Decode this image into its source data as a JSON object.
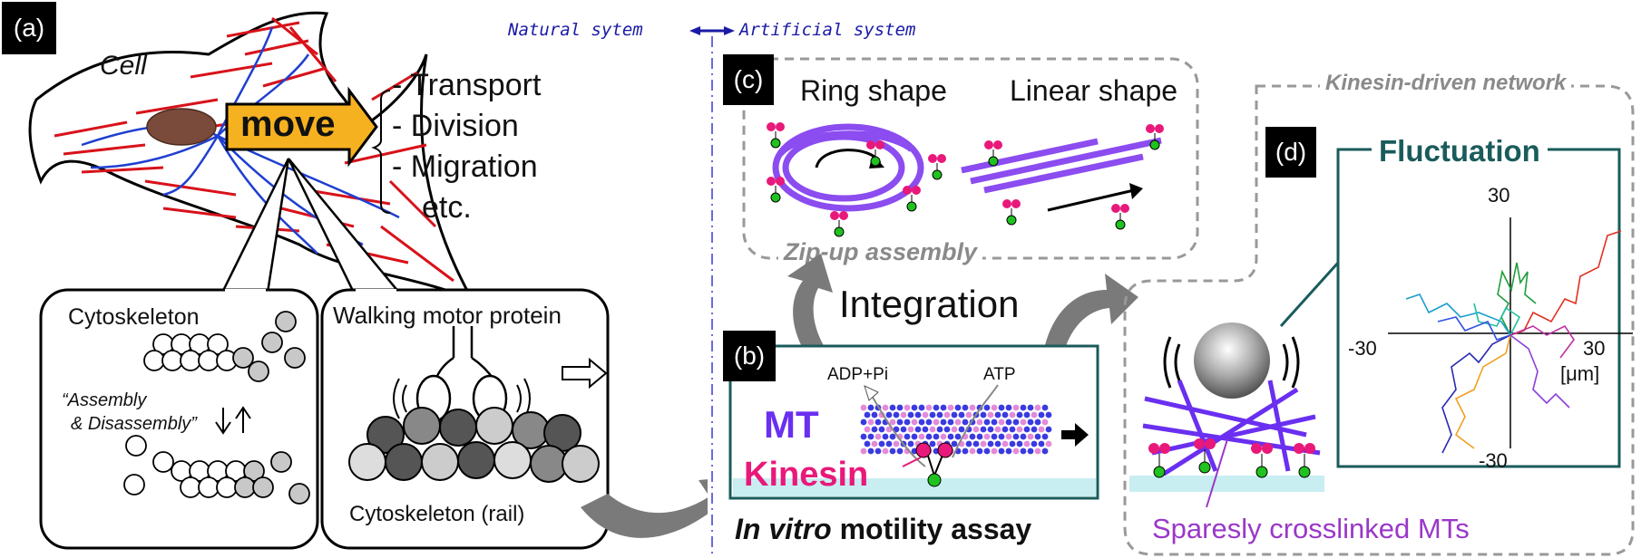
{
  "header": {
    "natural": "Natural sytem",
    "artificial": "Artificial system"
  },
  "panel_a": {
    "tag": "(a)",
    "cell_label": "Cell",
    "move_label": "move",
    "functions": [
      "- Transport",
      "- Division",
      "- Migration",
      "etc."
    ],
    "cytoskeleton_title": "Cytoskeleton",
    "assembly_line1": "“Assembly",
    "assembly_line2": "& Disassembly”",
    "motor_title": "Walking motor protein",
    "rail_label": "Cytoskeleton (rail)"
  },
  "panel_b": {
    "tag": "(b)",
    "mt_label": "MT",
    "kinesin_label": "Kinesin",
    "adp_label": "ADP+Pi",
    "atp_label": "ATP",
    "assay_italic": "In vitro",
    "assay_rest": "motility assay"
  },
  "panel_c": {
    "tag": "(c)",
    "ring_label": "Ring shape",
    "linear_label": "Linear shape",
    "zip_label": "Zip-up assembly"
  },
  "integration_label": "Integration",
  "panel_d": {
    "tag": "(d)",
    "network_label": "Kinesin-driven network",
    "fluct_label": "Fluctuation",
    "axis_top": "30",
    "axis_bottom": "-30",
    "axis_left": "-30",
    "axis_right": "30",
    "unit": "[μm]",
    "crosslink_label": "Sparesly crosslinked MTs"
  },
  "colors": {
    "accent_purple": "#7a3ff0",
    "kinesin_pink": "#e8197a",
    "teal": "#1a5b5b",
    "move_orange": "#f5b120",
    "actin_red": "#d8121a",
    "mt_blue": "#1f3fd0"
  }
}
